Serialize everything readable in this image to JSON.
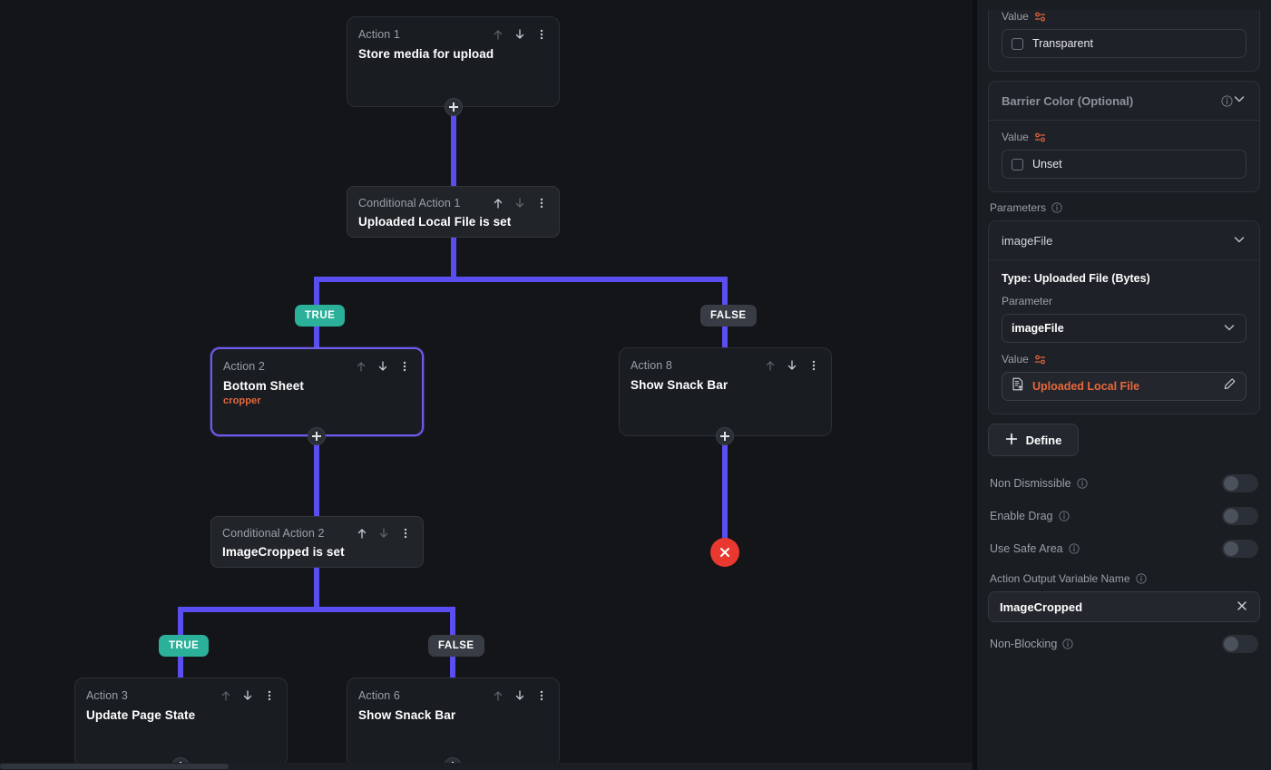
{
  "canvas": {
    "connector_color": "#5b4ef0",
    "true_badge_color": "#2bb09a",
    "false_badge_color": "#383d45",
    "endpoint_color": "#e8382f",
    "badges": {
      "true": "TRUE",
      "false": "FALSE"
    },
    "nodes": [
      {
        "id": "Action 1",
        "title": "Store media for upload",
        "subtitle": "",
        "type": "action",
        "selected": false,
        "up_enabled": false,
        "down_enabled": true
      },
      {
        "id": "Conditional Action 1",
        "title": "Uploaded Local File is set",
        "subtitle": "",
        "type": "conditional",
        "selected": false,
        "up_enabled": true,
        "down_enabled": false
      },
      {
        "id": "Action 2",
        "title": "Bottom Sheet",
        "subtitle": "cropper",
        "type": "action",
        "selected": true,
        "up_enabled": false,
        "down_enabled": true
      },
      {
        "id": "Action 8",
        "title": "Show Snack Bar",
        "subtitle": "",
        "type": "action",
        "selected": false,
        "up_enabled": false,
        "down_enabled": true
      },
      {
        "id": "Conditional Action 2",
        "title": "ImageCropped is set",
        "subtitle": "",
        "type": "conditional",
        "selected": false,
        "up_enabled": true,
        "down_enabled": false
      },
      {
        "id": "Action 3",
        "title": "Update Page State",
        "subtitle": "",
        "type": "action",
        "selected": false,
        "up_enabled": false,
        "down_enabled": true
      },
      {
        "id": "Action 6",
        "title": "Show Snack Bar",
        "subtitle": "",
        "type": "action",
        "selected": false,
        "up_enabled": false,
        "down_enabled": true
      }
    ]
  },
  "panel": {
    "transparent_card": {
      "value_label": "Value",
      "checkbox_value": "Transparent"
    },
    "barrier_color_card": {
      "header": "Barrier Color (Optional)",
      "value_label": "Value",
      "checkbox_value": "Unset"
    },
    "parameters": {
      "label": "Parameters",
      "dropdown_value": "imageFile",
      "type_line": "Type: Uploaded File (Bytes)",
      "parameter_label": "Parameter",
      "parameter_value": "imageFile",
      "value_label": "Value",
      "value_text": "Uploaded Local File"
    },
    "define_button": "Define",
    "toggles": [
      {
        "label": "Non Dismissible",
        "on": false
      },
      {
        "label": "Enable Drag",
        "on": false
      },
      {
        "label": "Use Safe Area",
        "on": false
      }
    ],
    "output_variable": {
      "label": "Action Output Variable Name",
      "value": "ImageCropped"
    },
    "non_blocking": {
      "label": "Non-Blocking",
      "on": false
    }
  }
}
